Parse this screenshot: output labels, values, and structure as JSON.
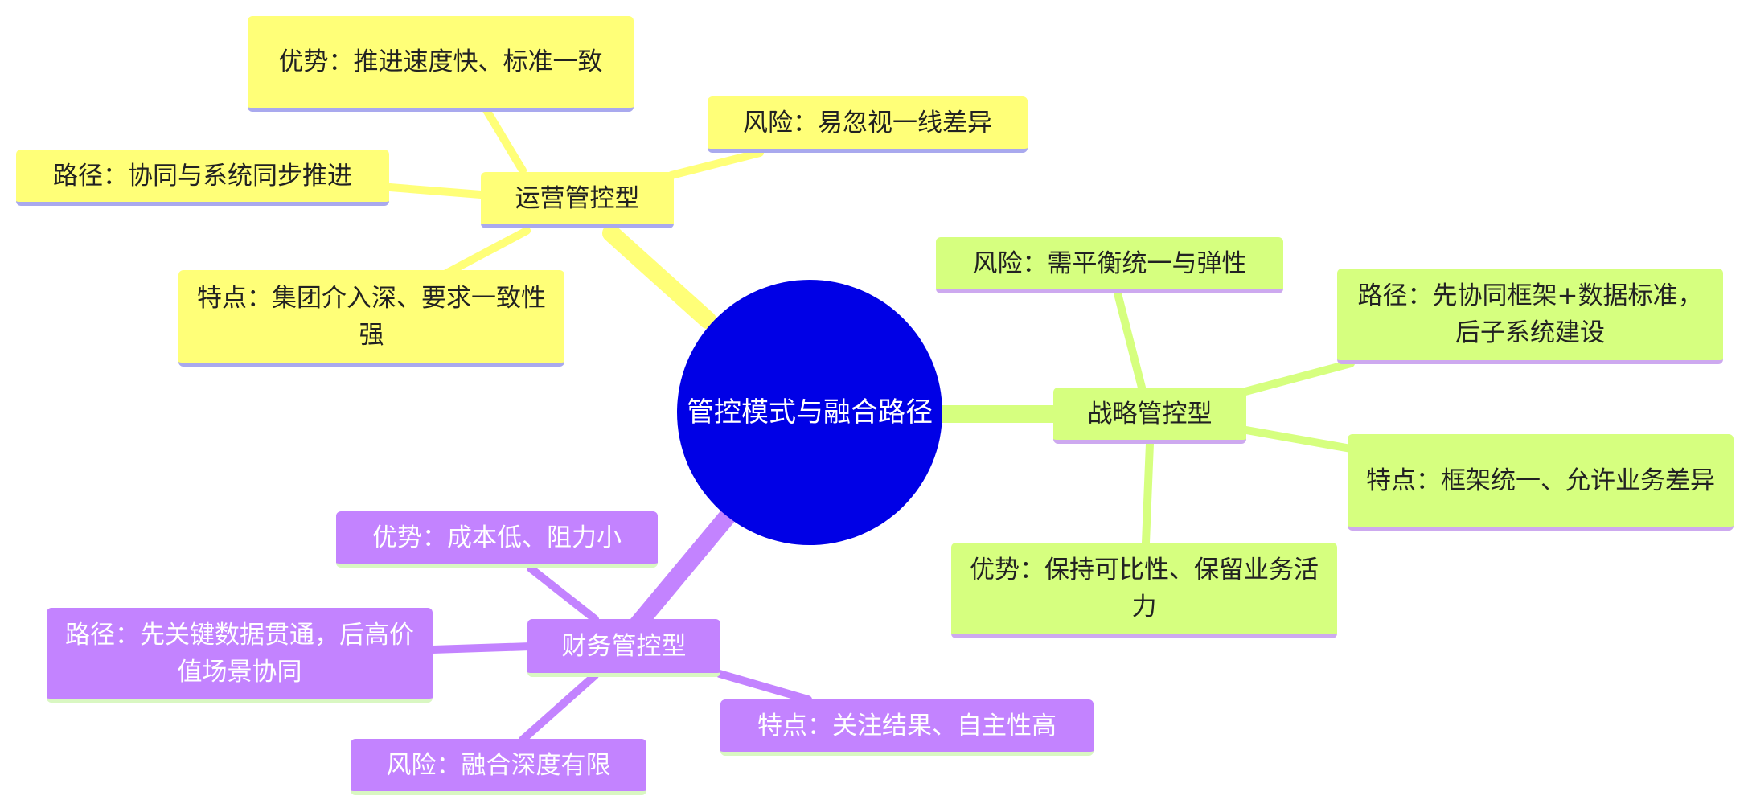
{
  "colors": {
    "center": "#0000e6",
    "yellow": "#ffff78",
    "yellow_underline": "#a9a9ee",
    "green": "#d6ff7f",
    "green_underline": "#cda9ef",
    "purple": "#c383ff",
    "purple_underline": "#d9f7c2"
  },
  "center": {
    "label": "管控模式与融合路径"
  },
  "branches": {
    "operation": {
      "label": "运营管控型",
      "advantage": "优势：推进速度快、标准一致",
      "risk": "风险：易忽视一线差异",
      "path": "路径：协同与系统同步推进",
      "feature": "特点：集团介入深、要求一致性强"
    },
    "strategy": {
      "label": "战略管控型",
      "risk": "风险：需平衡统一与弹性",
      "path": "路径：先协同框架+数据标准，后子系统建设",
      "feature": "特点：框架统一、允许业务差异",
      "advantage": "优势：保持可比性、保留业务活力"
    },
    "finance": {
      "label": "财务管控型",
      "advantage": "优势：成本低、阻力小",
      "path": "路径：先关键数据贯通，后高价值场景协同",
      "feature": "特点：关注结果、自主性高",
      "risk": "风险：融合深度有限"
    }
  }
}
